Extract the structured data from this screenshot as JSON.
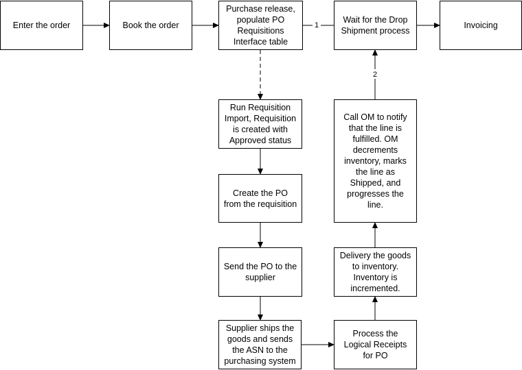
{
  "diagram": {
    "nodes": {
      "enter_order": "Enter the order",
      "book_order": "Book the order",
      "purchase_release": "Purchase release,\npopulate PO\nRequisitions\nInterface table",
      "wait_drop_shipment": "Wait for the Drop\nShipment process",
      "invoicing": "Invoicing",
      "run_requisition_import": "Run Requisition\nImport, Requisition\nis created with\nApproved status",
      "create_po": "Create the PO\nfrom the requisition",
      "send_po": "Send the PO to the\nsupplier",
      "supplier_ships": "Supplier ships the\ngoods and sends\nthe ASN to the\npurchasing system",
      "process_receipts": "Process the\nLogical Receipts\nfor PO",
      "deliver_goods": "Delivery the goods\nto inventory.\nInventory is\nincremented.",
      "call_om": "Call OM to notify\nthat the line is\nfulfilled. OM\ndecrements\ninventory, marks\nthe line as\nShipped, and\nprogresses the\nline."
    },
    "edge_labels": {
      "label_1": "1",
      "label_2": "2"
    }
  }
}
